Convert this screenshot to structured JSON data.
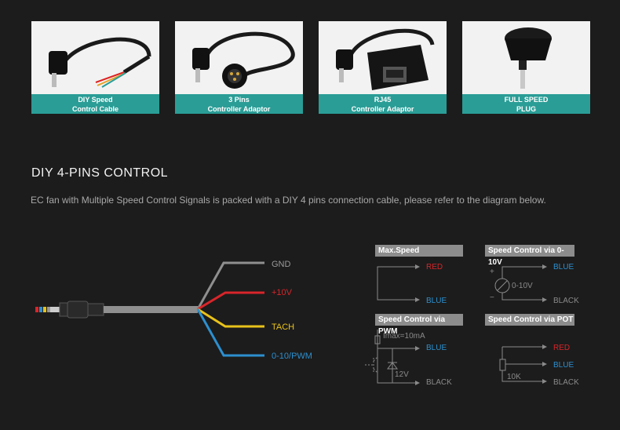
{
  "products": [
    {
      "line1": "DIY Speed",
      "line2": "Control Cable",
      "icon": "diy-cable-icon"
    },
    {
      "line1": "3 Pins",
      "line2": "Controller Adaptor",
      "icon": "three-pin-adaptor-icon"
    },
    {
      "line1": "RJ45",
      "line2": "Controller Adaptor",
      "icon": "rj45-adaptor-icon"
    },
    {
      "line1": "FULL SPEED",
      "line2": "PLUG",
      "icon": "full-speed-plug-icon"
    }
  ],
  "section": {
    "title": "DIY 4-PINS CONTROL",
    "description": "EC fan with Multiple Speed Control Signals is packed with a DIY 4 pins connection cable, please refer to the diagram below."
  },
  "wires": [
    {
      "label": "GND",
      "color": "#8f8f8f"
    },
    {
      "label": "+10V",
      "color": "#d8252a"
    },
    {
      "label": "TACH",
      "color": "#e8c21a"
    },
    {
      "label": "0-10/PWM",
      "color": "#2c8fcf"
    }
  ],
  "panels": {
    "max_speed": {
      "title": "Max.Speed",
      "top": "RED",
      "bottom": "BLUE"
    },
    "v010": {
      "title": "Speed Control via 0-10V",
      "top": "BLUE",
      "bottom": "BLACK",
      "source": "0-10V",
      "plus": "+",
      "minus": "−"
    },
    "pwm": {
      "title": "Speed Control via PWM",
      "top": "BLUE",
      "bottom": "BLACK",
      "imax": "Imax=10mA",
      "volt": "12V"
    },
    "pot": {
      "title": "Speed Control via POT",
      "top": "RED",
      "mid": "BLUE",
      "bottom": "BLACK",
      "res": "10K"
    }
  },
  "colors": {
    "red": "#d8252a",
    "blue": "#2c8fcf",
    "black": "#8a8a8a",
    "teal": "#2a9d96"
  }
}
